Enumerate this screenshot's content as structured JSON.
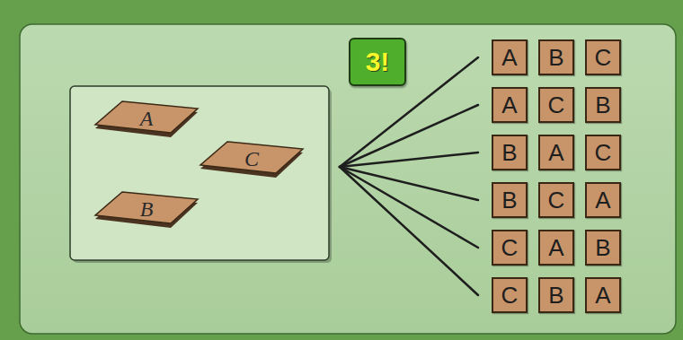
{
  "diagram": {
    "nodes": [
      {
        "text": [
          "A"
        ]
      },
      {
        "text": [
          "C"
        ]
      },
      {
        "text": [
          "B"
        ]
      },
      {
        "text": [
          "3!"
        ]
      },
      {
        "text": [
          "A"
        ]
      },
      {
        "text": [
          "B"
        ]
      },
      {
        "text": [
          "C"
        ]
      },
      {
        "text": [
          "A"
        ]
      },
      {
        "text": [
          "C"
        ]
      },
      {
        "text": [
          "B"
        ]
      },
      {
        "text": [
          "B"
        ]
      },
      {
        "text": [
          "A"
        ]
      },
      {
        "text": [
          "C"
        ]
      },
      {
        "text": [
          "B"
        ]
      },
      {
        "text": [
          "C"
        ]
      },
      {
        "text": [
          "A"
        ]
      },
      {
        "text": [
          "C"
        ]
      },
      {
        "text": [
          "A"
        ]
      },
      {
        "text": [
          "B"
        ]
      },
      {
        "text": [
          "C"
        ]
      },
      {
        "text": [
          "B"
        ]
      },
      {
        "text": [
          "A"
        ]
      }
    ]
  }
}
